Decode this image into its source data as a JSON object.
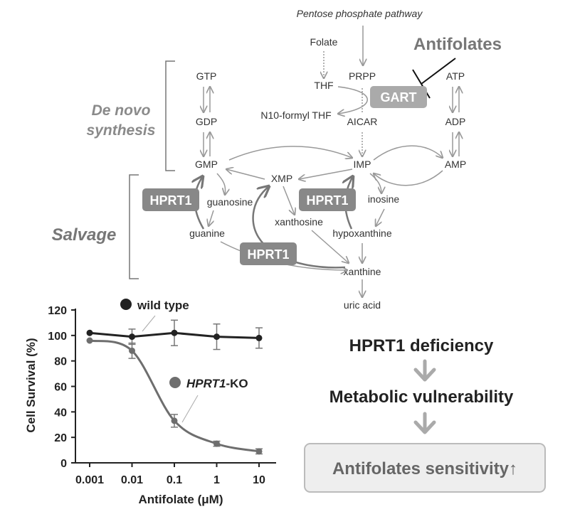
{
  "pathway": {
    "top_label": "Pentose phosphate pathway",
    "antifolates_label": "Antifolates",
    "de_novo_line1": "De novo",
    "de_novo_line2": "synthesis",
    "salvage_label": "Salvage",
    "enzyme_gart": "GART",
    "enzyme_hprt1": "HPRT1",
    "metabolites": {
      "folate": "Folate",
      "thf": "THF",
      "prpp": "PRPP",
      "atp": "ATP",
      "gtp": "GTP",
      "gdp": "GDP",
      "n10": "N10-formyl THF",
      "aicar": "AICAR",
      "adp": "ADP",
      "gmp": "GMP",
      "imp": "IMP",
      "amp": "AMP",
      "xmp": "XMP",
      "guanosine": "guanosine",
      "inosine": "inosine",
      "xanthosine": "xanthosine",
      "guanine": "guanine",
      "hypoxanthine": "hypoxanthine",
      "xanthine": "xanthine",
      "uric_acid": "uric acid"
    }
  },
  "summary": {
    "line1": "HPRT1 deficiency",
    "line2": "Metabolic vulnerability",
    "line3": "Antifolates sensitivity↑"
  },
  "chart_data": {
    "type": "line",
    "xlabel": "Antifolate (μM)",
    "ylabel": "Cell Survival (%)",
    "x": [
      0.001,
      0.01,
      0.1,
      1,
      10
    ],
    "x_tick_labels": [
      "0.001",
      "0.01",
      "0.1",
      "1",
      "10"
    ],
    "x_scale": "log",
    "ylim": [
      0,
      120
    ],
    "y_ticks": [
      0,
      20,
      40,
      60,
      80,
      100,
      120
    ],
    "grid": false,
    "series": [
      {
        "name": "wild type",
        "name_italic": "",
        "name_suffix": "wild type",
        "color": "#222222",
        "values": [
          102,
          99,
          102,
          99,
          98
        ],
        "errors": [
          0,
          6,
          10,
          10,
          8
        ]
      },
      {
        "name": "HPRT1-KO",
        "name_italic": "HPRT1",
        "name_suffix": "-KO",
        "color": "#6e6e6e",
        "values": [
          96,
          88,
          33,
          15,
          9
        ],
        "errors": [
          0,
          6,
          5,
          2,
          2
        ]
      }
    ]
  }
}
